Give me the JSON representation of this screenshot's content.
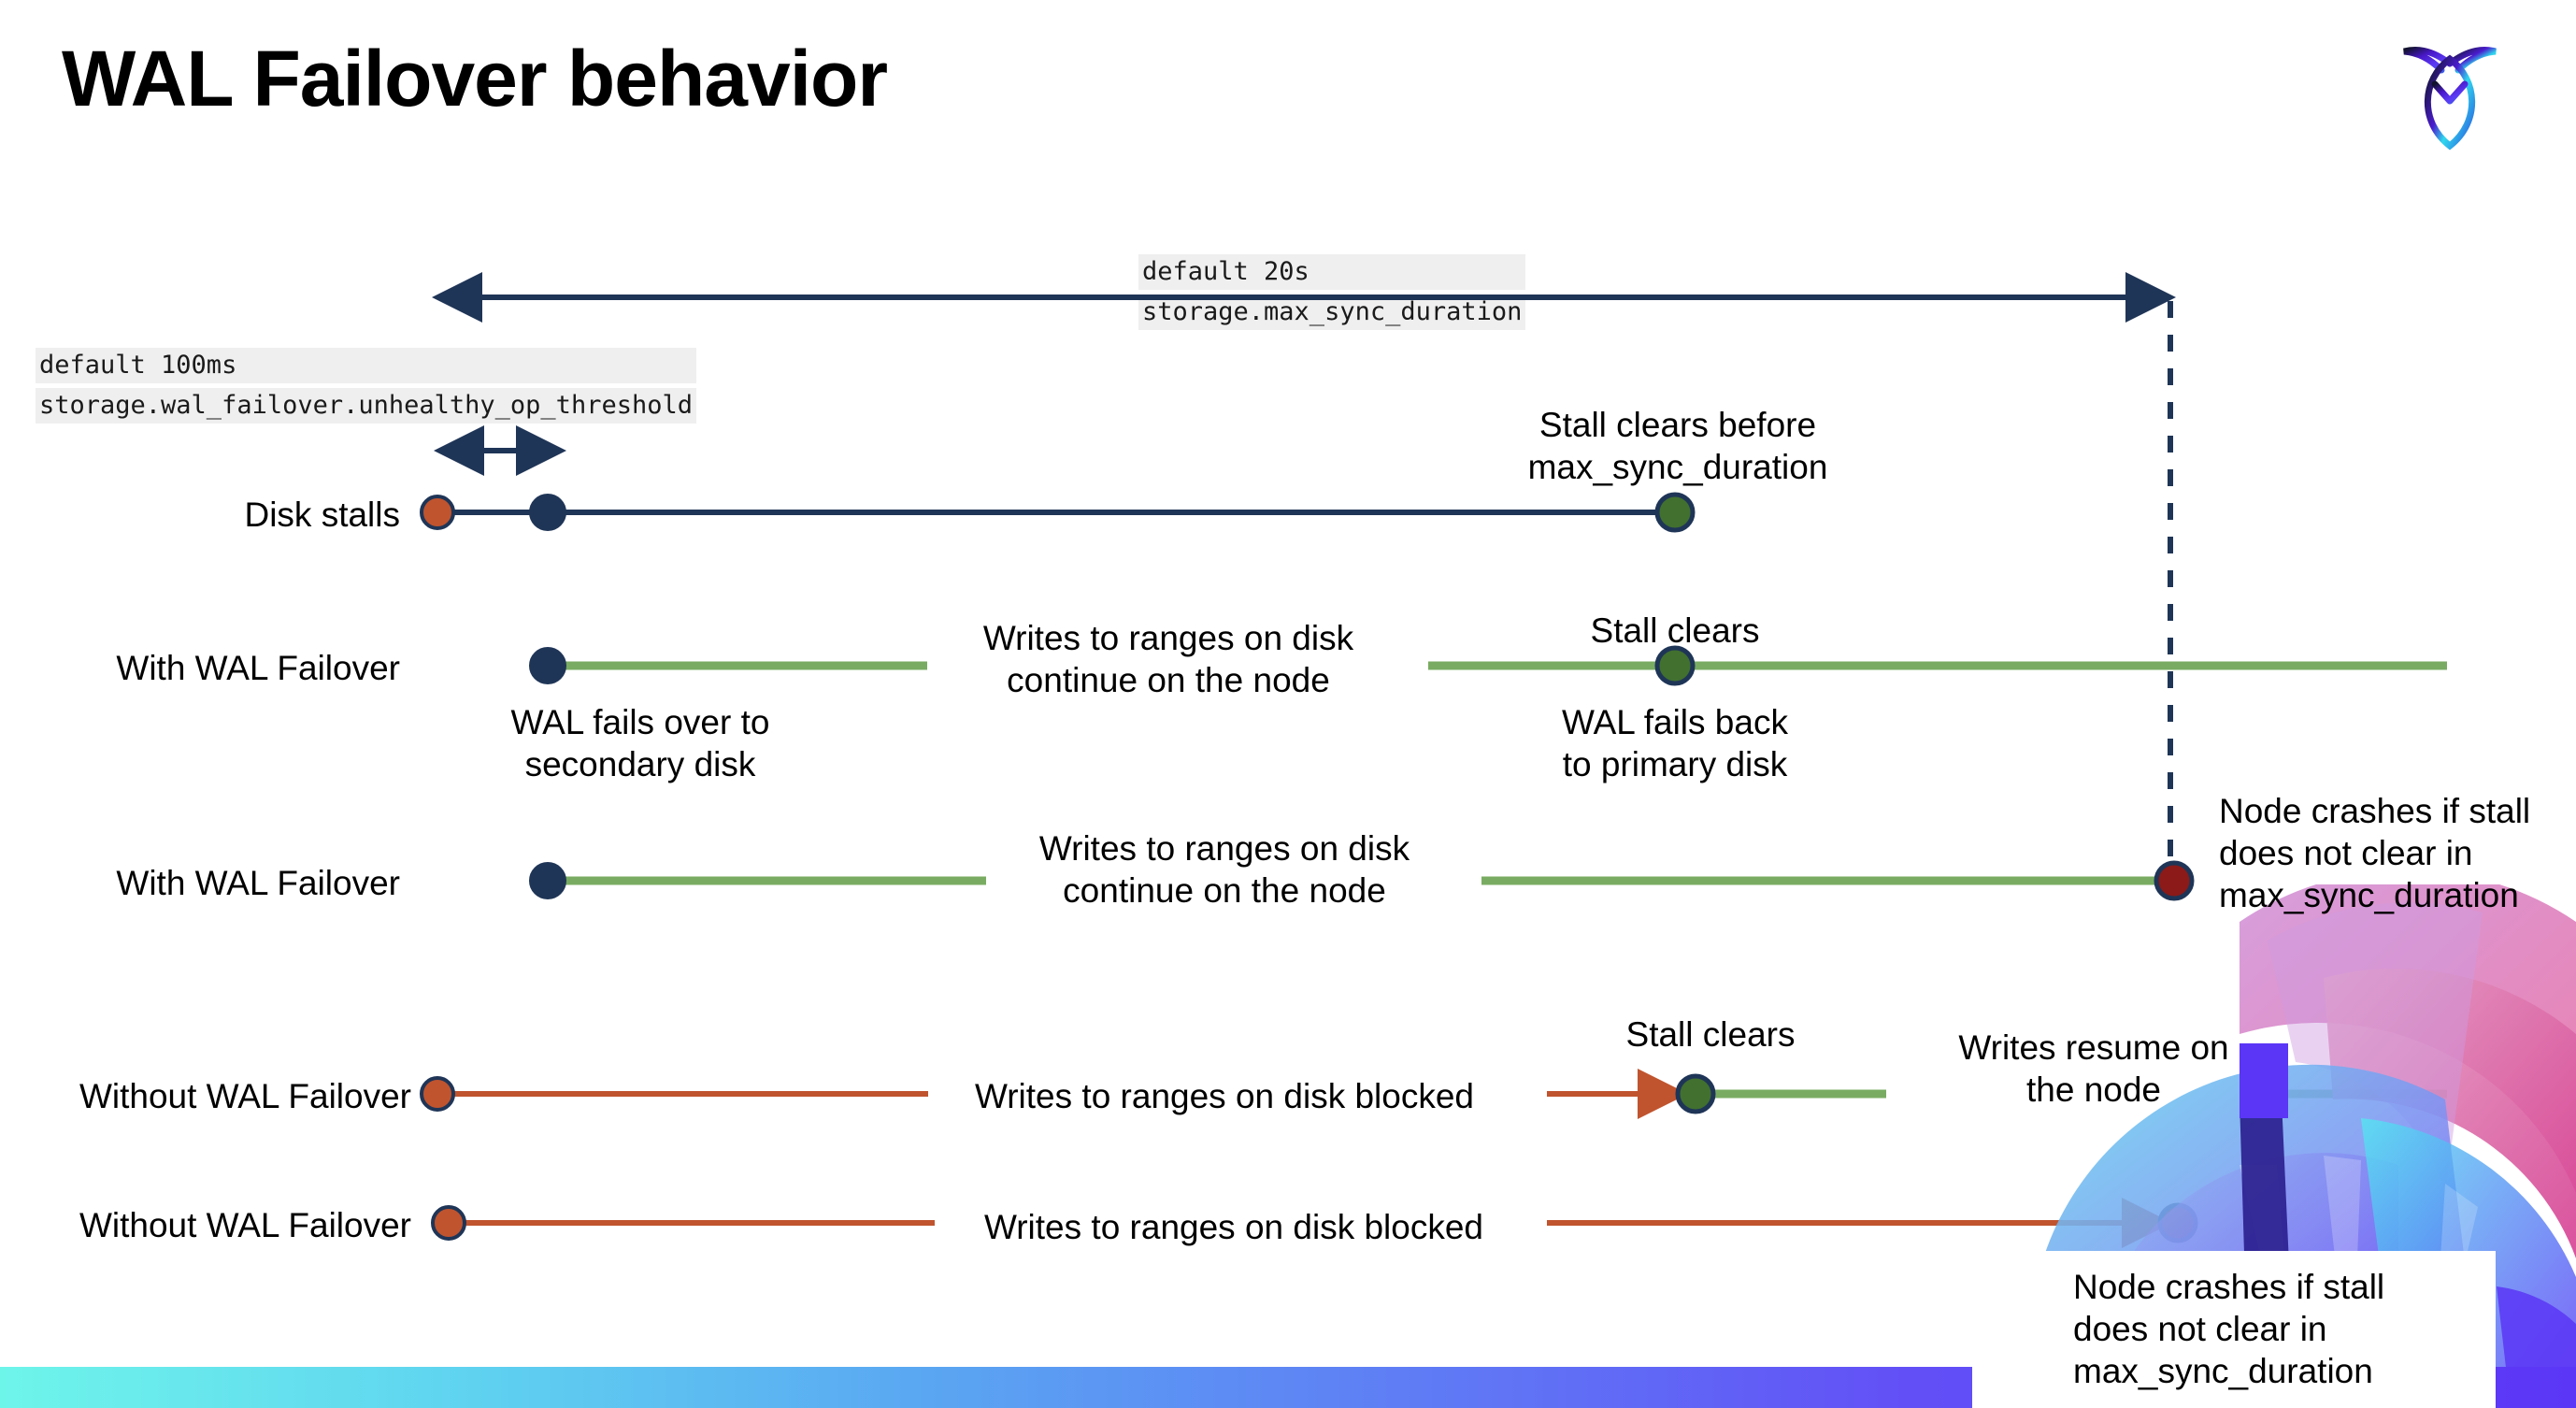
{
  "slide": {
    "title": "WAL Failover behavior",
    "logo_name": "cockroachdb-logo"
  },
  "colors": {
    "navy": "#1F3557",
    "green_line": "#79AC62",
    "green_dot": "#41702F",
    "orange": "#C0542E",
    "dark_red": "#8B1A18",
    "code_bg": "#EFEFEF",
    "bar_start": "#6EF5EA",
    "bar_end": "#5B36F6"
  },
  "annotations": {
    "max_sync": {
      "default": "default 20s",
      "setting": "storage.max_sync_duration"
    },
    "unhealthy_op": {
      "default": "default 100ms",
      "setting": "storage.wal_failover.unhealthy_op_threshold"
    }
  },
  "rows": [
    {
      "label": "Disk stalls",
      "notes": [
        "Stall clears before\nmax_sync_duration"
      ]
    },
    {
      "label": "With WAL Failover",
      "notes": [
        "Writes to ranges on disk\ncontinue on the node",
        "Stall clears",
        "WAL fails over to\nsecondary disk",
        "WAL fails  back\nto primary disk"
      ]
    },
    {
      "label": "With WAL Failover",
      "notes": [
        "Writes to ranges on disk\ncontinue on the node",
        "Node crashes if stall\ndoes not clear in\nmax_sync_duration"
      ]
    },
    {
      "label": "Without WAL Failover",
      "notes": [
        "Writes to ranges on disk  blocked",
        "Stall clears",
        "Writes resume on\nthe node"
      ]
    },
    {
      "label": "Without WAL Failover",
      "notes": [
        "Writes to ranges on disk  blocked",
        "Node crashes if stall\ndoes not clear in\nmax_sync_duration"
      ]
    }
  ],
  "labels": {
    "disk_stalls": "Disk stalls",
    "with_wal_1": "With WAL Failover",
    "with_wal_2": "With WAL Failover",
    "without_wal_1": "Without WAL Failover",
    "without_wal_2": "Without WAL Failover",
    "stall_clears_before": "Stall clears before",
    "max_sync_duration": "max_sync_duration",
    "writes_continue_l1": "Writes to ranges on disk",
    "writes_continue_l2": "continue on the node",
    "stall_clears": "Stall clears",
    "wal_fails_over_l1": "WAL fails over to",
    "wal_fails_over_l2": "secondary disk",
    "wal_fails_back_l1": "WAL fails  back",
    "wal_fails_back_l2": "to primary disk",
    "writes_continue2_l1": "Writes to ranges on disk",
    "writes_continue2_l2": "continue on the node",
    "node_crashes_l1": "Node crashes if stall",
    "node_crashes_l2": "does not clear in",
    "node_crashes_l3": "max_sync_duration",
    "writes_blocked": "Writes to ranges on disk  blocked",
    "stall_clears2": "Stall clears",
    "writes_resume_l1": "Writes resume on",
    "writes_resume_l2": "the node",
    "writes_blocked2": "Writes to ranges on disk  blocked",
    "node_crashes2_l1": "Node crashes if stall",
    "node_crashes2_l2": "does not clear in",
    "node_crashes2_l3": "max_sync_duration"
  }
}
